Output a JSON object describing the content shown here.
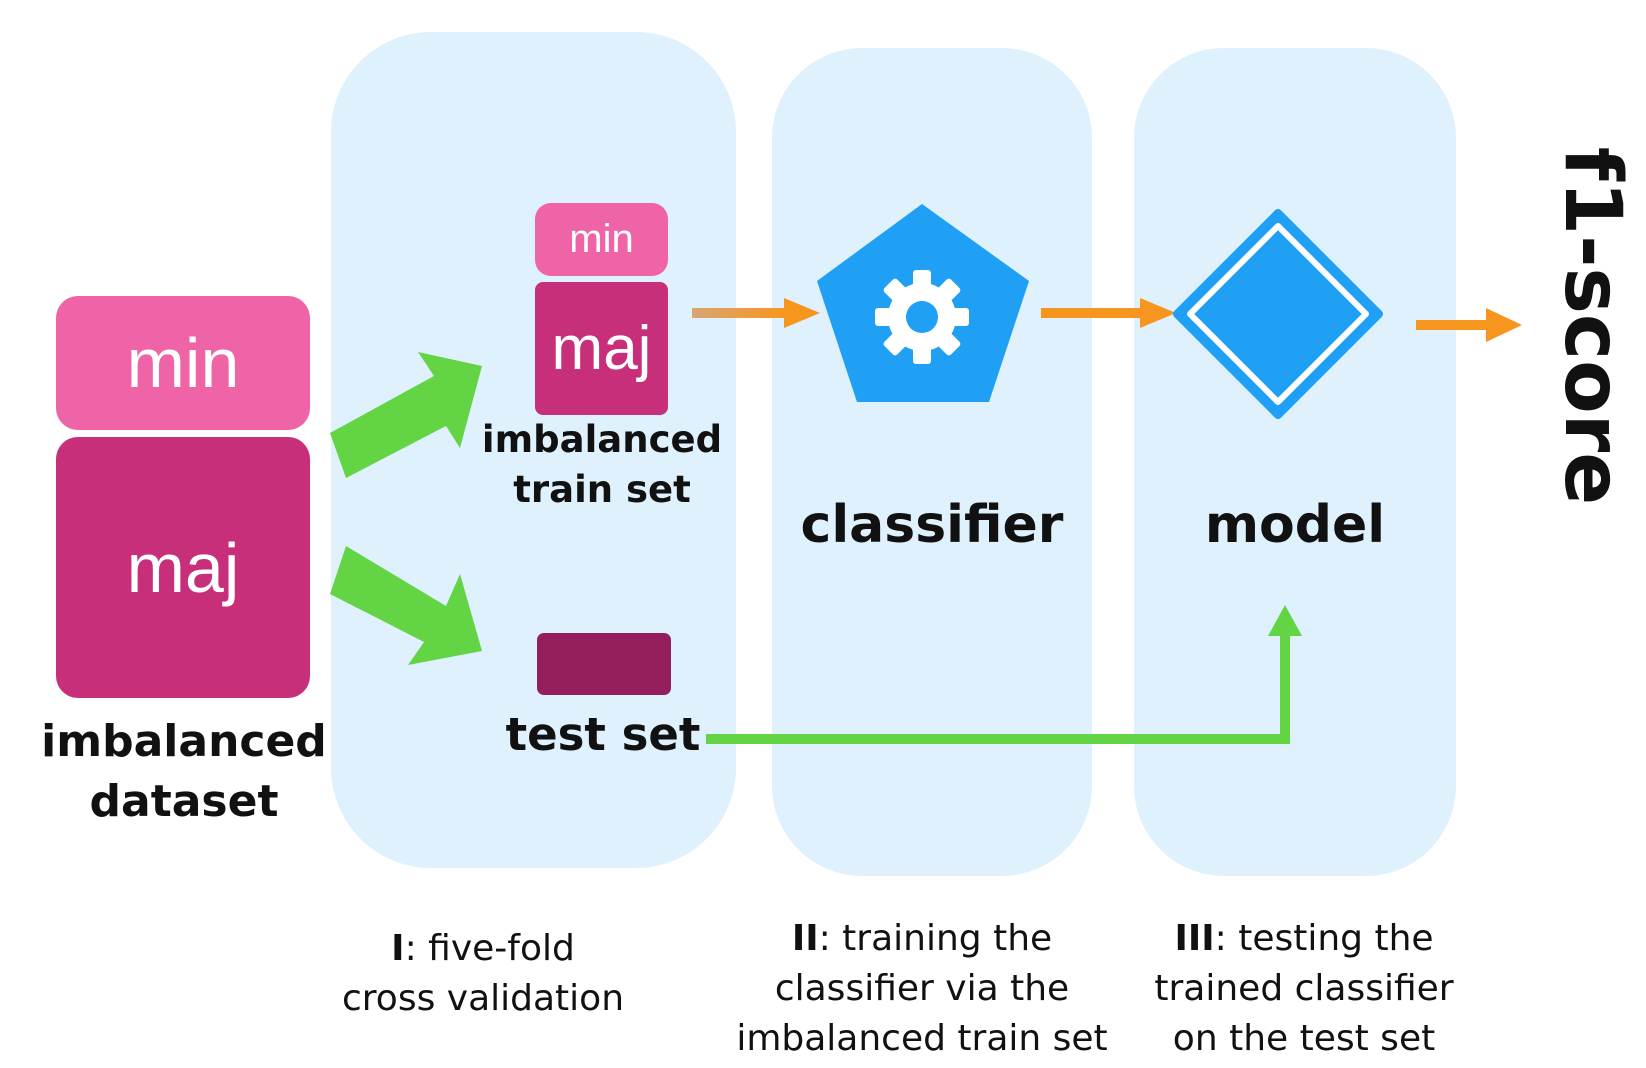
{
  "colors": {
    "panel": "#dff1fc",
    "min_block": "#ee64a6",
    "maj_block": "#c82f7a",
    "test_block": "#951e5d",
    "split_arrow": "#63d444",
    "flow_arrow": "#f7961e",
    "icon_blue": "#1fa0f5"
  },
  "dataset": {
    "min_label": "min",
    "maj_label": "maj",
    "label_line1": "imbalanced",
    "label_line2": "dataset"
  },
  "train_set": {
    "min_label": "min",
    "maj_label": "maj",
    "label_line1": "imbalanced",
    "label_line2": "train set"
  },
  "test_set": {
    "label": "test set"
  },
  "classifier": {
    "label": "classifier",
    "icon": "gear-pentagon-icon"
  },
  "model": {
    "label": "model",
    "icon": "diamond-icon"
  },
  "output": {
    "label": "f1-score"
  },
  "captions": [
    {
      "numeral": "I",
      "text_line1": ": five-fold",
      "text_line2": "cross validation"
    },
    {
      "numeral": "II",
      "text_line1": ": training the",
      "text_line2": "classifier via the",
      "text_line3": "imbalanced train set"
    },
    {
      "numeral": "III",
      "text_line1": ": testing the",
      "text_line2": "trained classifier",
      "text_line3": "on the test set"
    }
  ]
}
